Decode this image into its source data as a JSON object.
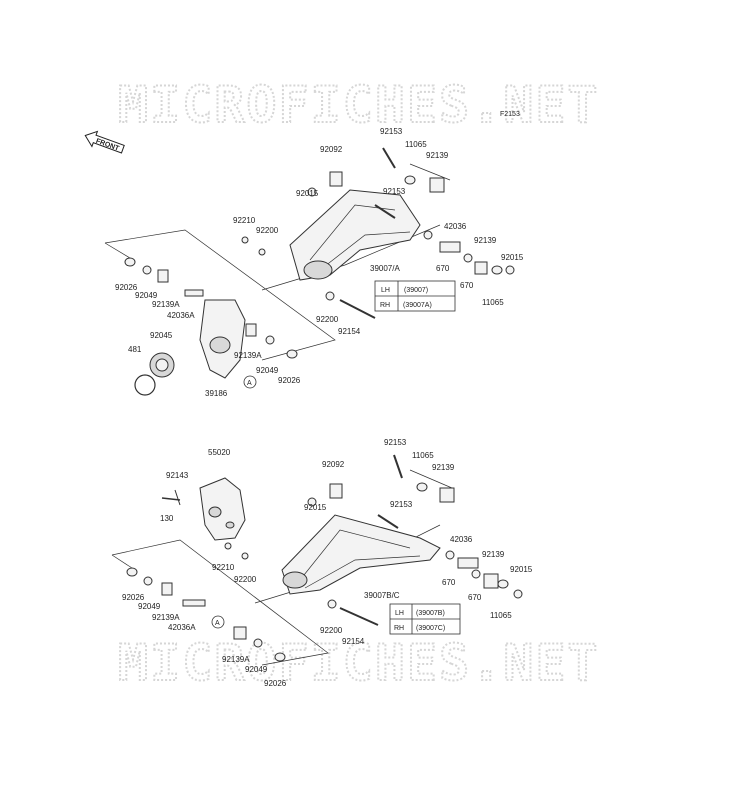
{
  "watermark": "MICROFICHES.NET",
  "figure_code": "F2153",
  "front_label": "FRONT",
  "diagram1": {
    "labels": [
      "92153",
      "11065",
      "92139",
      "92092",
      "92015",
      "92153",
      "42036",
      "92139",
      "92015",
      "92210",
      "92200",
      "670",
      "670",
      "11065",
      "39007/A",
      "92026",
      "92049",
      "92139A",
      "42036A",
      "92200",
      "92154",
      "92045",
      "92139A",
      "481",
      "92049",
      "92026",
      "39186",
      "A"
    ],
    "table": {
      "rows": [
        {
          "side": "LH",
          "part": "(39007)"
        },
        {
          "side": "RH",
          "part": "(39007A)"
        }
      ]
    }
  },
  "diagram2": {
    "labels": [
      "55020",
      "92153",
      "11065",
      "92092",
      "92139",
      "92143",
      "92015",
      "130",
      "92153",
      "42036",
      "92139",
      "92015",
      "92210",
      "92200",
      "670",
      "670",
      "11065",
      "39007B/C",
      "92026",
      "92049",
      "92139A",
      "42036A",
      "92200",
      "92154",
      "92139A",
      "92049",
      "92026",
      "A"
    ],
    "table": {
      "rows": [
        {
          "side": "LH",
          "part": "(39007B)"
        },
        {
          "side": "RH",
          "part": "(39007C)"
        }
      ]
    }
  }
}
